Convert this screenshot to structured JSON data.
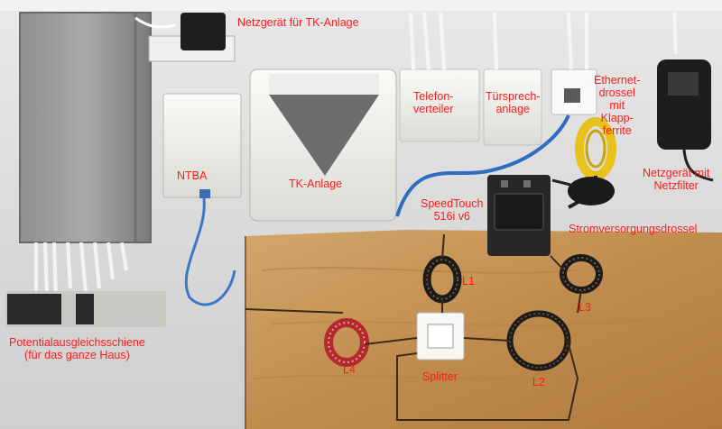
{
  "photo": {
    "type": "photograph",
    "subject": "telephone installation board"
  },
  "labels": {
    "tk_psu": "Netzgerät für TK-Anlage",
    "telefon": "Telefon-\nverteiler",
    "tuer": "Türsprech-\nanlage",
    "eth": "Ethernet-\ndrossel\nmit\nKlapp-\nferrite",
    "ntba": "NTBA",
    "tk": "TK-Anlage",
    "psu_filter": "Netzgerät mit\nNetzfilter",
    "speedtouch": "SpeedTouch\n516i v6",
    "strom": "Stromversorgungsdrossel",
    "l1": "L1",
    "l3": "L3",
    "l2": "L2",
    "l4": "L4",
    "splitter": "Splitter",
    "potential": "Potentialausgleichsschiene\n(für das ganze Haus)"
  },
  "colors": {
    "label": "#ff1a1a",
    "wall": "#e3e3e3",
    "wood": "#c89a5e",
    "device": "#f0f0ec",
    "router": "#2a2a2a",
    "ferrite_yellow": "#e8c21a"
  }
}
